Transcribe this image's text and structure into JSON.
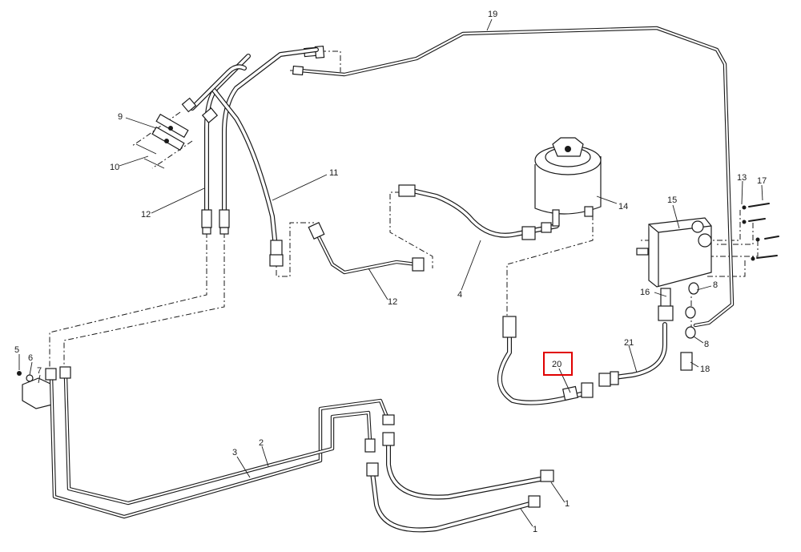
{
  "diagram": {
    "labels": {
      "p1a": "1",
      "p1b": "1",
      "p2": "2",
      "p3": "3",
      "p4": "4",
      "p5": "5",
      "p6": "6",
      "p7": "7",
      "p8a": "8",
      "p8b": "8",
      "p9": "9",
      "p10": "10",
      "p11": "11",
      "p12a": "12",
      "p12b": "12",
      "p13": "13",
      "p14": "14",
      "p15": "15",
      "p16": "16",
      "p17": "17",
      "p18": "18",
      "p19": "19",
      "p20": "20",
      "p21": "21"
    },
    "highlight": {
      "color": "#e00000",
      "part": "20"
    }
  }
}
